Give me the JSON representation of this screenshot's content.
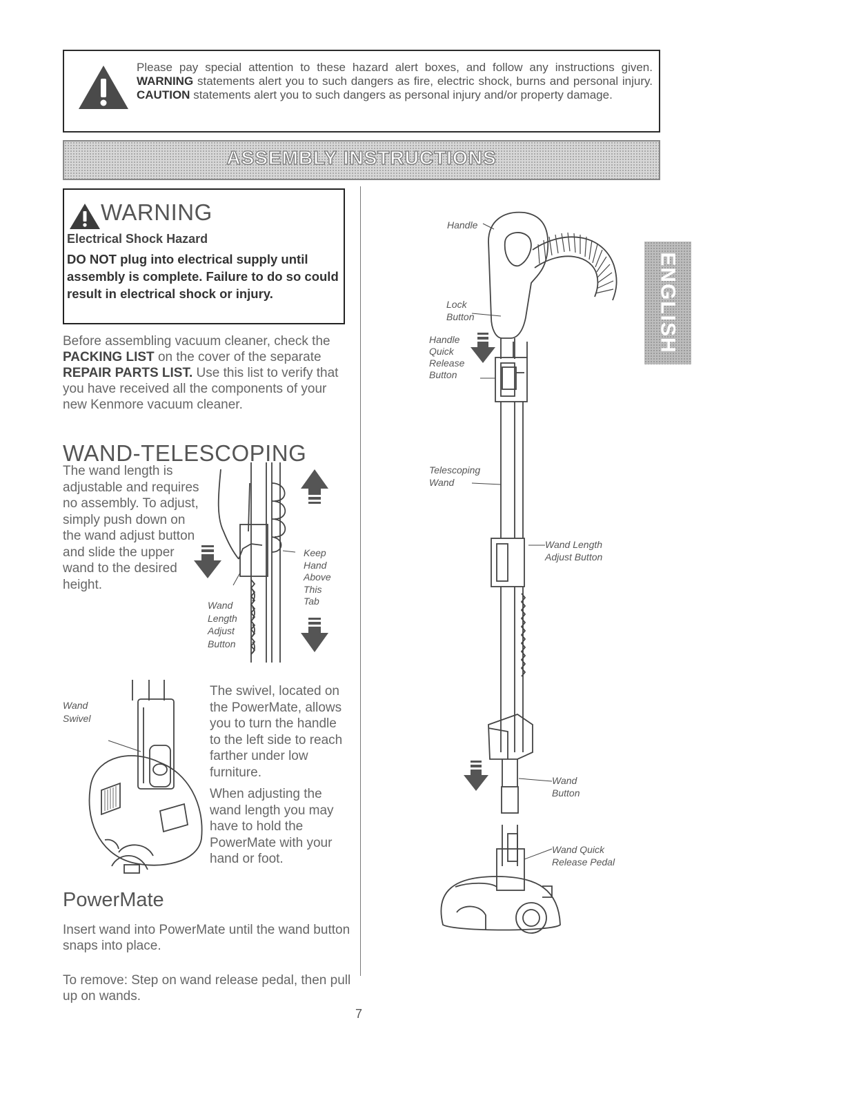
{
  "hazard": {
    "text_1": "Please pay special attention to these hazard alert boxes, and follow any instructions given.",
    "warning_word": "WARNING",
    "text_2": "statements alert you to such dangers as fire, electric shock, burns and personal injury.",
    "caution_word": "CAUTION",
    "text_3": "statements alert you to such dangers as personal injury and/or property damage."
  },
  "banner": {
    "title": "ASSEMBLY INSTRUCTIONS"
  },
  "warning": {
    "title": "WARNING",
    "subtitle": "Electrical Shock Hazard",
    "body": "DO NOT plug into electrical supply until assembly is complete. Failure to do so could result in electrical shock or injury."
  },
  "intro": {
    "text_1": "Before assembling vacuum cleaner, check the",
    "packing_list": "PACKING LIST",
    "text_2": "on the cover of the separate",
    "repair_parts_list": "REPAIR PARTS LIST.",
    "text_3": "Use this list to verify that you have received all the components of your new Kenmore vacuum cleaner."
  },
  "wand_section": {
    "heading": "WAND-TELESCOPING",
    "text": "The wand length is adjustable and requires no assembly. To adjust, simply push down on the wand adjust button and slide the upper wand to the desired height.",
    "labels": {
      "keep_hand": [
        "Keep",
        "Hand",
        "Above",
        "This",
        "Tab"
      ],
      "wand_length_adjust": [
        "Wand",
        "Length",
        "Adjust",
        "Button"
      ]
    }
  },
  "swivel_section": {
    "label": [
      "Wand",
      "Swivel"
    ],
    "text_1": "The swivel, located on the PowerMate, allows you to turn the handle to the left side to reach farther under low furniture.",
    "text_2": "When adjusting the wand length you may have to hold the PowerMate with your hand or foot."
  },
  "powermate": {
    "heading": "PowerMate",
    "text_1": "Insert wand into PowerMate until the wand button snaps into place.",
    "text_2": "To remove: Step on wand release pedal, then pull up on wands."
  },
  "diagram_labels": {
    "handle": "Handle",
    "lock_button": [
      "Lock",
      "Button"
    ],
    "handle_quick_release": [
      "Handle",
      "Quick",
      "Release",
      "Button"
    ],
    "telescoping_wand": [
      "Telescoping",
      "Wand"
    ],
    "wand_length_adjust": [
      "Wand Length",
      "Adjust Button"
    ],
    "wand_button": [
      "Wand",
      "Button"
    ],
    "wand_quick_release_pedal": [
      "Wand Quick",
      "Release Pedal"
    ]
  },
  "language_tab": "ENGLISH",
  "page_number": "7"
}
